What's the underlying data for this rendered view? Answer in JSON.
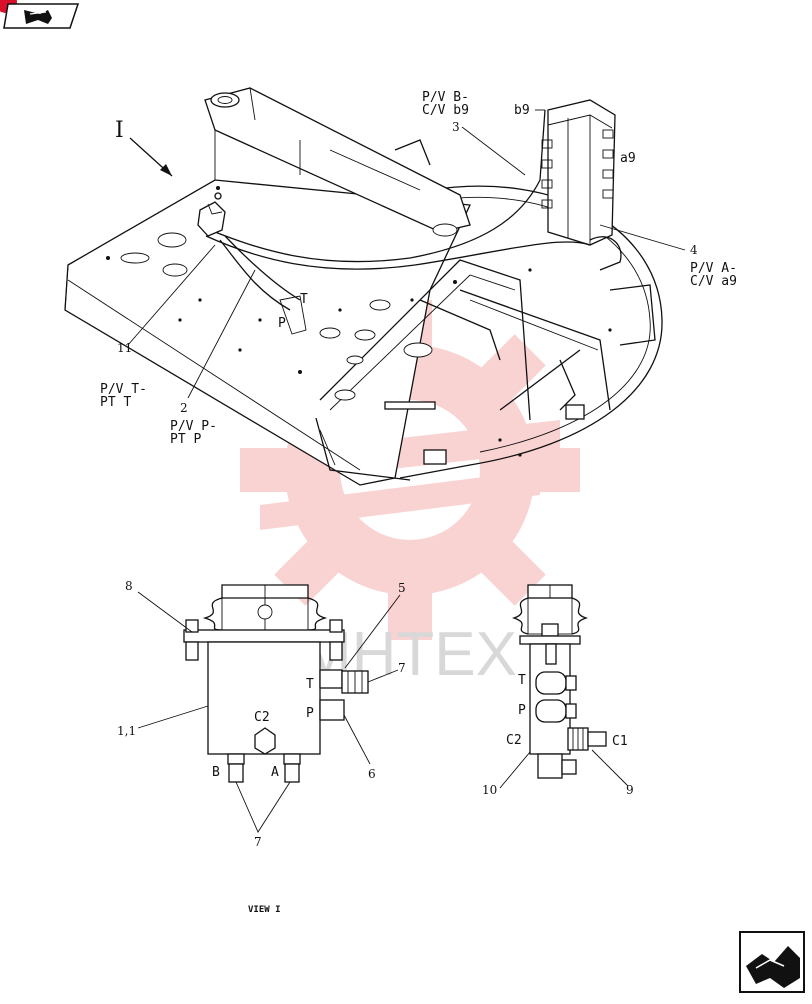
{
  "nav": {
    "prev_icon": "book-arrow-icon",
    "next_icon": "book-arrow-icon"
  },
  "watermark": {
    "text": "MHTEX",
    "color": "#f08080"
  },
  "top_view": {
    "callouts": {
      "c3": "3",
      "c4": "4",
      "c11": "11",
      "c2": "2"
    },
    "labels": {
      "pv_b_1": "P/V B-",
      "pv_b_2": "C/V b9",
      "b9": "b9",
      "a9": "a9",
      "pv_a_1": "P/V A-",
      "pv_a_2": "C/V a9",
      "pv_t_1": "P/V T-",
      "pv_t_2": "PT T",
      "pv_p_1": "P/V P-",
      "pv_p_2": "PT P",
      "port_t": "T",
      "port_p": "P",
      "view_marker": "I"
    }
  },
  "detail_front": {
    "callouts": {
      "c8": "8",
      "c5": "5",
      "c7a": "7",
      "c11": "1,1",
      "c6": "6",
      "c7b": "7"
    },
    "ports": {
      "t": "T",
      "p": "P",
      "c2": "C2",
      "b": "B",
      "a": "A"
    }
  },
  "detail_side": {
    "callouts": {
      "c10": "10",
      "c9": "9"
    },
    "ports": {
      "t": "T",
      "p": "P",
      "c2": "C2",
      "c1": "C1"
    }
  },
  "view_caption": "VIEW I"
}
